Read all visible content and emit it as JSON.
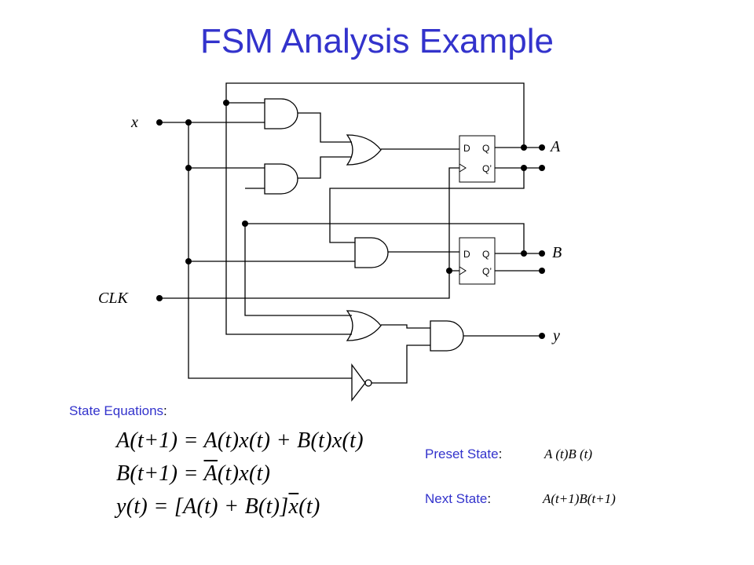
{
  "title": "FSM Analysis Example",
  "circuit": {
    "inputs": {
      "x": "x",
      "clk": "CLK"
    },
    "outputs": {
      "a": "A",
      "b": "B",
      "y": "y"
    },
    "flip_flops": [
      {
        "d": "D",
        "q": "Q",
        "qn": "Q’"
      },
      {
        "d": "D",
        "q": "Q",
        "qn": "Q’"
      }
    ]
  },
  "state_equations": {
    "label": "State Equations",
    "colon": ":",
    "eq1": "A(t+1) = A(t)x(t) + B(t)x(t)",
    "eq2_lhs": "B(t+1) = ",
    "eq2_bar": "A",
    "eq2_rhs": "(t)x(t)",
    "eq3_lhs": "y(t) = [A(t) + B(t)]",
    "eq3_bar": "x",
    "eq3_rhs": "(t)"
  },
  "present_state": {
    "label": "Preset State",
    "colon": ":",
    "value": "A (t)B (t)"
  },
  "next_state": {
    "label": "Next State",
    "colon": ":",
    "value": "A(t+1)B(t+1)"
  },
  "colors": {
    "title": "#3333cc",
    "lines": "#000000"
  }
}
